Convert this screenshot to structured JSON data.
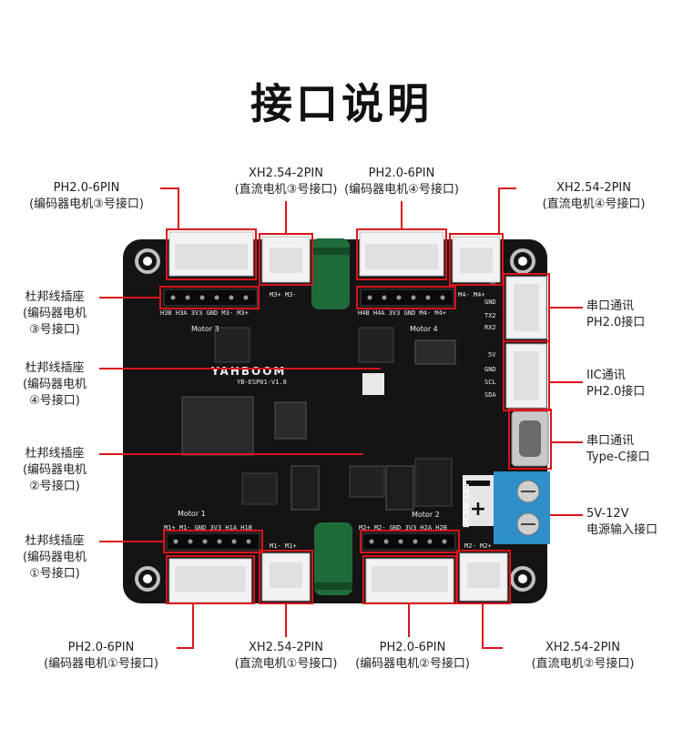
{
  "title": "接口说明",
  "labels": {
    "top_enc3": [
      "PH2.0-6PIN",
      "(编码器电机③号接口)"
    ],
    "top_dc3": [
      "XH2.54-2PIN",
      "(直流电机③号接口)"
    ],
    "top_enc4": [
      "PH2.0-6PIN",
      "(编码器电机④号接口)"
    ],
    "top_dc4": [
      "XH2.54-2PIN",
      "(直流电机④号接口)"
    ],
    "left_hdr3": [
      "杜邦线插座",
      "(编码器电机",
      "③号接口)"
    ],
    "left_hdr4": [
      "杜邦线插座",
      "(编码器电机",
      "④号接口)"
    ],
    "left_hdr2": [
      "杜邦线插座",
      "(编码器电机",
      "②号接口)"
    ],
    "left_hdr1": [
      "杜邦线插座",
      "(编码器电机",
      "①号接口)"
    ],
    "right_uart": [
      "串口通讯",
      "PH2.0接口"
    ],
    "right_iic": [
      "IIC通讯",
      "PH2.0接口"
    ],
    "right_typec": [
      "串口通讯",
      "Type-C接口"
    ],
    "right_power": [
      "5V-12V",
      "电源输入接口"
    ],
    "bot_enc1": [
      "PH2.0-6PIN",
      "(编码器电机①号接口)"
    ],
    "bot_dc1": [
      "XH2.54-2PIN",
      "(直流电机①号接口)"
    ],
    "bot_enc2": [
      "PH2.0-6PIN",
      "(编码器电机②号接口)"
    ],
    "bot_dc2": [
      "XH2.54-2PIN",
      "(直流电机②号接口)"
    ]
  },
  "board": {
    "brand": "YAHBOOM",
    "model": "YB-ESP01-V1.0",
    "motor_labels": [
      "Motor 3",
      "Motor 4",
      "Motor 1",
      "Motor 2"
    ],
    "header_top_left": "H3B H3A 3V3 GND M3- M3+",
    "header_top_right": "H4B H4A 3V3 GND M4- M4+",
    "header_bot_left": "M1+ M1- GND 3V3 H1A H1B",
    "header_bot_right": "M2+ M2- GND 3V3 H2A H2B",
    "power_label": "DC5V-12V",
    "uart_pins": [
      "5V",
      "GND",
      "TX2",
      "RX2"
    ],
    "iic_pins": [
      "5V",
      "GND",
      "SCL",
      "SDA"
    ],
    "dc_top_left": "M3+ M3-",
    "dc_top_right": "M4- M4+",
    "dc_bot_left": "M1- M1+",
    "dc_bot_right": "M2- M2+"
  },
  "colors": {
    "accent": "#d9141b",
    "board": "#141414",
    "connector": "#f2f2f2",
    "terminal": "#2f8fc9",
    "cap": "#1f6b3a"
  }
}
